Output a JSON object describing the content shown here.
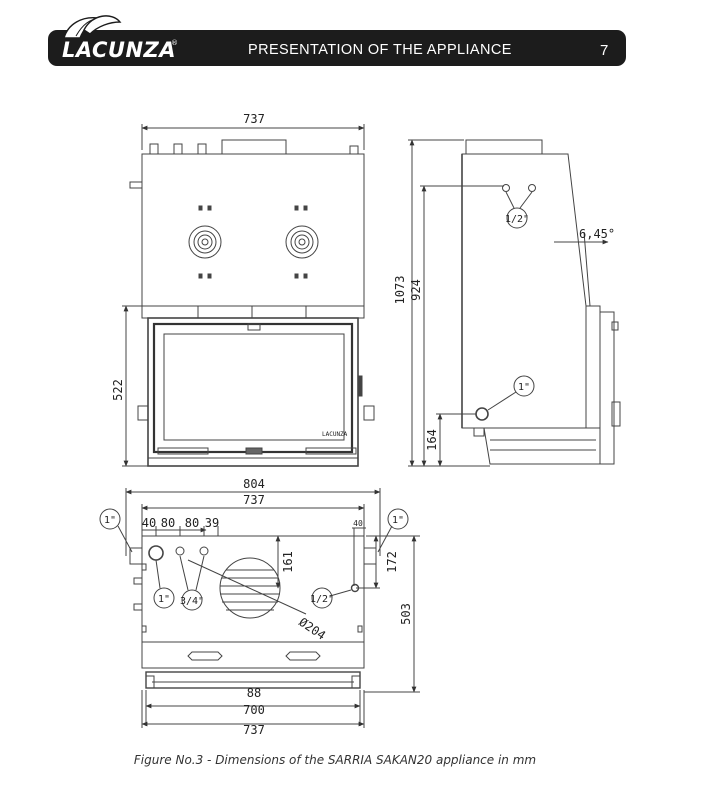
{
  "header": {
    "brand": "LACUNZA",
    "registered": "®",
    "title": "PRESENTATION OF THE APPLIANCE",
    "page_number": "7"
  },
  "front_view": {
    "width_label": "737",
    "height_label": "522"
  },
  "side_view": {
    "height_total": "1073",
    "height_inner": "924",
    "bottom_height": "164",
    "angle": "6,45°",
    "top_connection": "1/2\"",
    "bottom_connection": "1\""
  },
  "top_view": {
    "width_total": "804",
    "width_body": "737",
    "spacing": [
      "40",
      "80",
      "80",
      "39"
    ],
    "dim_161": "161",
    "dim_40_right": "40",
    "dim_172": "172",
    "depth": "503",
    "duct_diameter": "Ø204",
    "connection_left": "1\"",
    "connection_right": "1\"",
    "pipe_1": "1\"",
    "pipe_3_4": "3/4\"",
    "pipe_1_2": "1/2\"",
    "dim_88": "88",
    "dim_700": "700",
    "dim_737_bottom": "737"
  },
  "caption": "Figure No.3 - Dimensions of the SARRIA SAKAN20 appliance in mm"
}
